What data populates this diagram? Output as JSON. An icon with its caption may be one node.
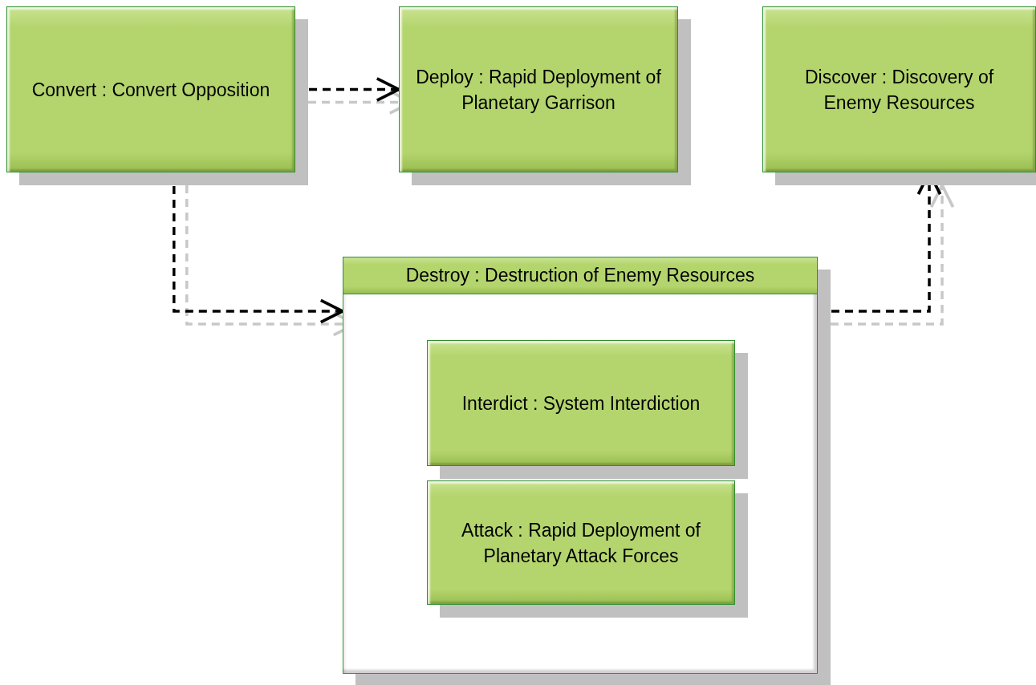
{
  "diagram": {
    "nodes": [
      {
        "text": [
          "Convert : Convert Opposition"
        ]
      },
      {
        "text": [
          "Deploy : Rapid Deployment of Planetary Garrison"
        ]
      },
      {
        "text": [
          "Discover : Discovery of Enemy Resources"
        ]
      },
      {
        "text": [
          "Destroy : Destruction of Enemy Resources"
        ]
      },
      {
        "text": [
          "Interdict : System Interdiction"
        ],
        "in": 3
      },
      {
        "text": [
          "Attack : Rapid Deployment of Planetary Attack Forces"
        ],
        "in": 3
      }
    ],
    "edges": [
      {
        "from": 0,
        "to": 1,
        "arrow": "to",
        "style": "dashed"
      },
      {
        "from": 0,
        "to": 3,
        "arrow": "to",
        "style": "dashed"
      },
      {
        "from": 3,
        "to": 2,
        "arrow": "to",
        "style": "dashed"
      }
    ]
  }
}
